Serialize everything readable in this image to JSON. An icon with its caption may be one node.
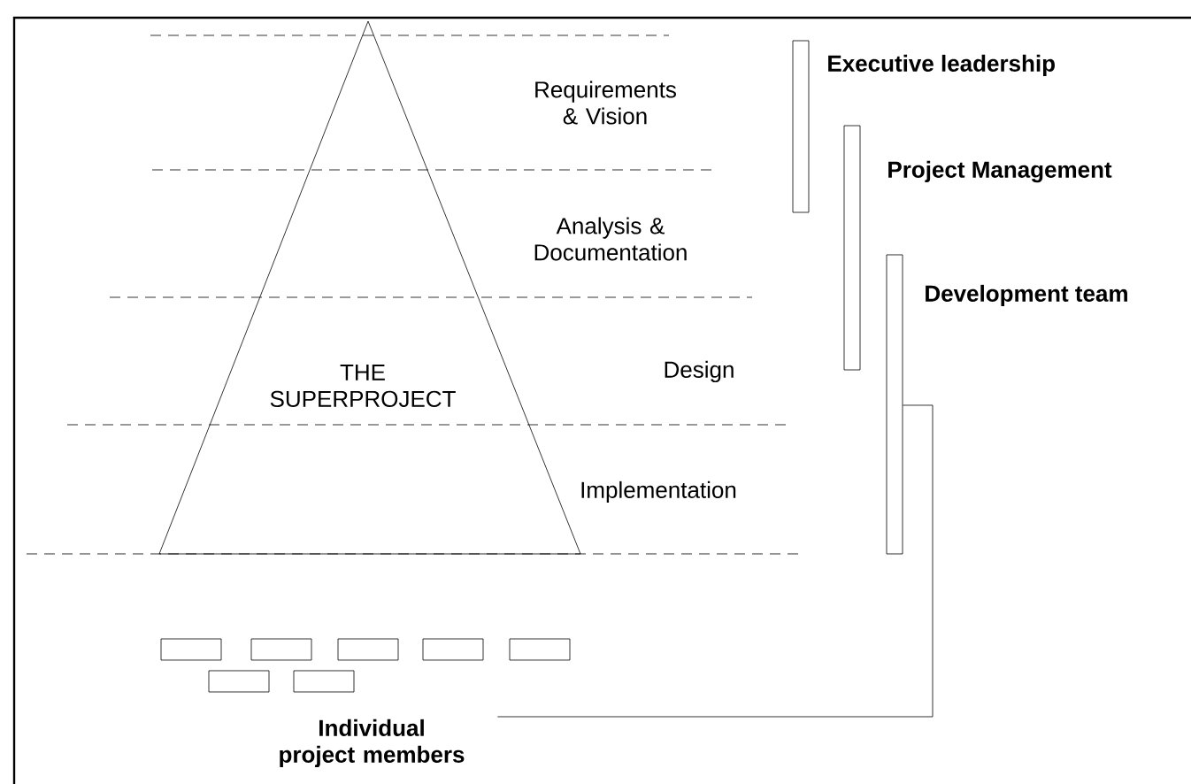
{
  "diagram": {
    "nodes": [
      {
        "text": [
          "THE SUPERPROJECT"
        ]
      },
      {
        "text": [],
        "shape": "bar",
        "beside": [
          "Executive leadership"
        ]
      },
      {
        "text": [],
        "shape": "bar",
        "beside": [
          "Project Management"
        ]
      },
      {
        "text": [],
        "shape": "bar",
        "beside": [
          "Development team"
        ]
      },
      {
        "text": [],
        "shape": "box"
      },
      {
        "text": [],
        "shape": "box"
      },
      {
        "text": [],
        "shape": "box"
      },
      {
        "text": [],
        "shape": "box"
      },
      {
        "text": [],
        "shape": "box"
      },
      {
        "text": [],
        "shape": "box"
      },
      {
        "text": [],
        "shape": "box"
      },
      {
        "text": [
          "Individual project members"
        ]
      }
    ],
    "edges": [
      {
        "from": 3,
        "to": 11,
        "arrow": "none"
      }
    ],
    "labels": [
      "Requirements & Vision",
      "Analysis & Documentation",
      "Design",
      "Implementation"
    ]
  }
}
